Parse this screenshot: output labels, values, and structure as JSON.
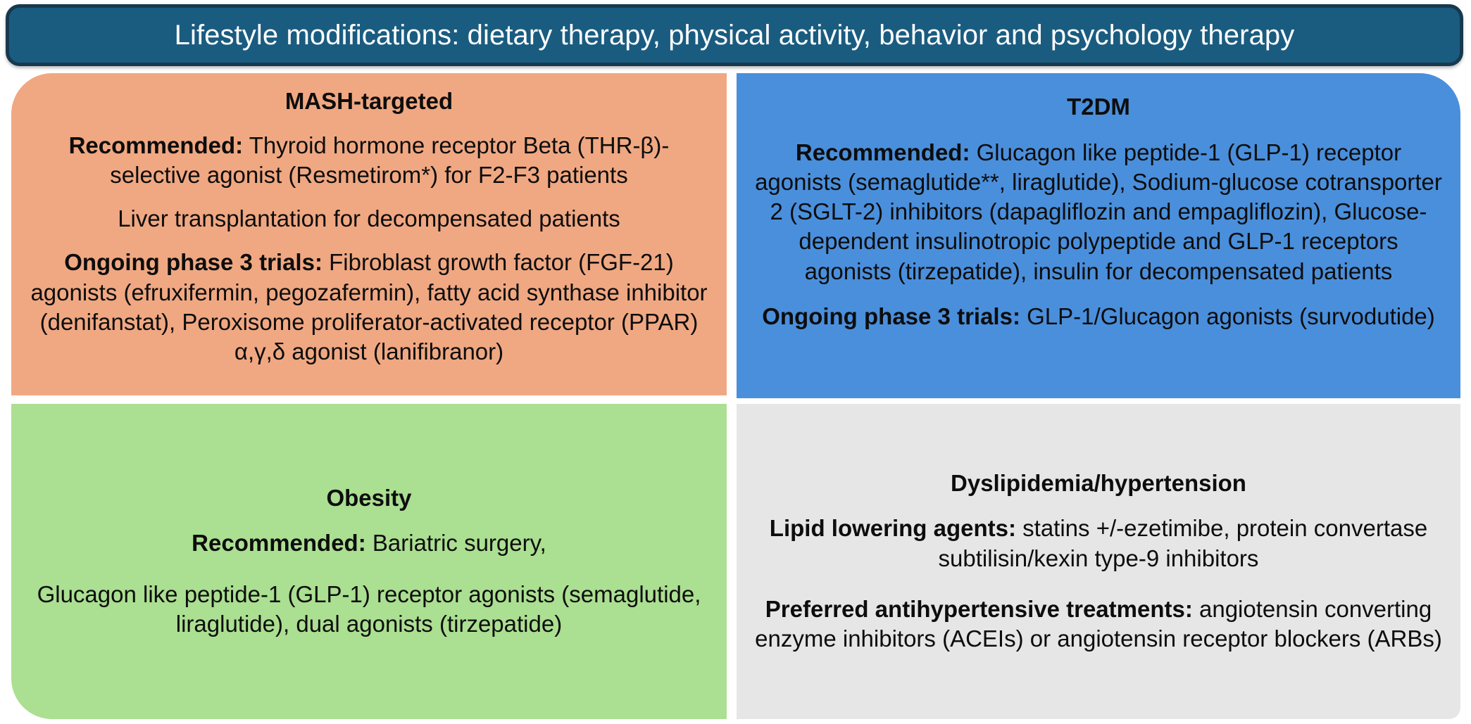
{
  "banner": {
    "text": "Lifestyle modifications: dietary therapy, physical activity, behavior and psychology therapy",
    "background_color": "#1a5c80",
    "border_color": "#17394d",
    "text_color": "#ffffff"
  },
  "quadrants": {
    "mash": {
      "title": "MASH-targeted",
      "background_color": "#f0a882",
      "paragraphs": [
        {
          "label": "Recommended:",
          "text": " Thyroid hormone receptor Beta (THR-β)-selective agonist (Resmetirom*) for F2-F3 patients"
        },
        {
          "label": "",
          "text": "Liver transplantation for decompensated patients"
        },
        {
          "label": "Ongoing phase 3 trials:",
          "text": " Fibroblast growth factor (FGF-21) agonists (efruxifermin, pegozafermin), fatty acid synthase inhibitor (denifanstat), Peroxisome proliferator-activated receptor (PPAR) α,γ,δ agonist (lanifibranor)"
        }
      ]
    },
    "t2dm": {
      "title": "T2DM",
      "background_color": "#4a8fdc",
      "paragraphs": [
        {
          "label": "Recommended:",
          "text": " Glucagon like peptide-1 (GLP-1) receptor agonists (semaglutide**, liraglutide),  Sodium-glucose cotransporter 2 (SGLT-2) inhibitors (dapagliflozin and empagliflozin), Glucose-dependent insulinotropic polypeptide and GLP-1 receptors agonists (tirzepatide), insulin for decompensated patients"
        },
        {
          "label": "Ongoing phase 3 trials:",
          "text": " GLP-1/Glucagon agonists (survodutide)"
        }
      ]
    },
    "obesity": {
      "title": "Obesity",
      "background_color": "#abdf91",
      "paragraphs": [
        {
          "label": "Recommended:",
          "text": "  Bariatric surgery,"
        },
        {
          "label": "",
          "text": "Glucagon like peptide-1 (GLP-1) receptor agonists (semaglutide, liraglutide), dual agonists (tirzepatide)"
        }
      ]
    },
    "dyslipidemia": {
      "title": "Dyslipidemia/hypertension",
      "background_color": "#e6e6e6",
      "paragraphs": [
        {
          "label": "Lipid lowering agents:",
          "text": " statins +/-ezetimibe, protein convertase subtilisin/kexin type-9 inhibitors"
        },
        {
          "label": "Preferred antihypertensive treatments:",
          "text": " angiotensin converting enzyme inhibitors (ACEIs) or angiotensin receptor blockers (ARBs)"
        }
      ]
    }
  }
}
